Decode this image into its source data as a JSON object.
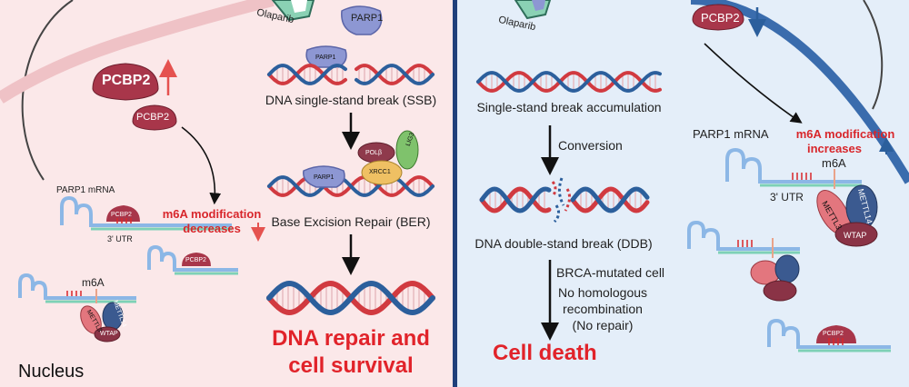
{
  "left_panel": {
    "olaparib": "Olaparib",
    "parp1": "PARP1",
    "pcbp2": "PCBP2",
    "ssb": "DNA single-stand break (SSB)",
    "ber": "Base Excision Repair (BER)",
    "polb": "POLβ",
    "xrcc1": "XRCC1",
    "lig3": "LIG3",
    "outcome_line1": "DNA repair and",
    "outcome_line2": "cell survival",
    "parp1_mrna": "PARP1 mRNA",
    "utr": "3' UTR",
    "m6a_line1": "m6A modification",
    "m6a_line2": "decreases",
    "m6a": "m6A",
    "mettl3": "METTL3",
    "mettl14": "METTL14",
    "wtap": "WTAP",
    "nucleus": "Nucleus"
  },
  "right_panel": {
    "olaparib": "Olaparib",
    "pcbp2": "PCBP2",
    "ssb_accum": "Single-stand break accumulation",
    "conversion": "Conversion",
    "ddb": "DNA double-stand break (DDB)",
    "brca": "BRCA-mutated cell",
    "no_hr_1": "No homologous",
    "no_hr_2": "recombination",
    "no_repair": "(No repair)",
    "death": "Cell death",
    "parp1_mrna": "PARP1 mRNA",
    "m6a_line1": "m6A modification",
    "m6a_line2": "increases",
    "m6a": "m6A",
    "utr": "3' UTR",
    "mettl3": "METTL3",
    "mettl14": "METTL14",
    "wtap": "WTAP"
  },
  "colors": {
    "left_bg": "#fbe8e9",
    "right_bg": "#e4eef9",
    "divider": "#1f3f7a",
    "pcbp2": "#a8364a",
    "parp1": "#8d97d3",
    "dna_red": "#d13a40",
    "dna_blue": "#2c5f9c",
    "highlight_red": "#e1232a"
  }
}
